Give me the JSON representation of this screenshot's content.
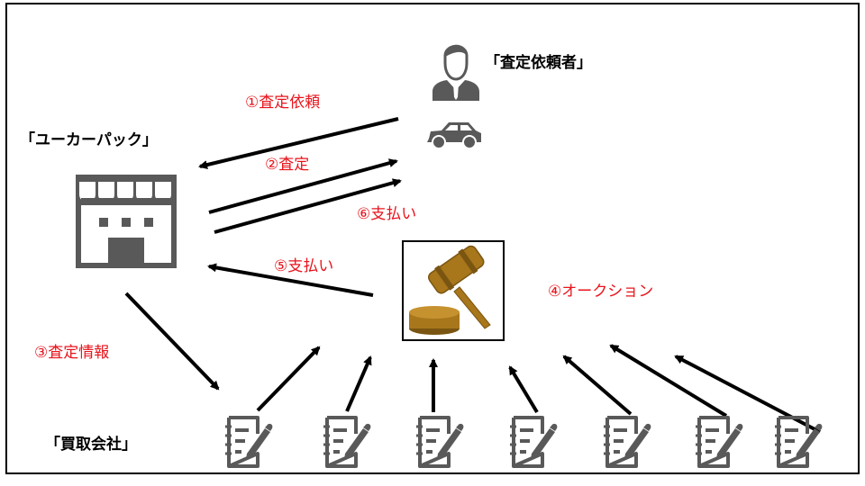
{
  "actors": {
    "requester": "「査定依頼者」",
    "userpack": "「ユーカーパック」",
    "buyers": "「買取会社」"
  },
  "steps": {
    "s1": "①査定依頼",
    "s2": "②査定",
    "s3": "③査定情報",
    "s4": "④オークション",
    "s5": "⑤支払い",
    "s6": "⑥支払い"
  },
  "colors": {
    "step_text": "#e8141c",
    "icon_gray": "#595959",
    "arrow": "#000000",
    "gavel_brown": "#a8761b"
  },
  "icons": {
    "person": "person-in-suit-icon",
    "car": "car-icon",
    "store": "storefront-icon",
    "auction": "gavel-icon",
    "company": "document-pen-icon"
  },
  "company_count": 7
}
